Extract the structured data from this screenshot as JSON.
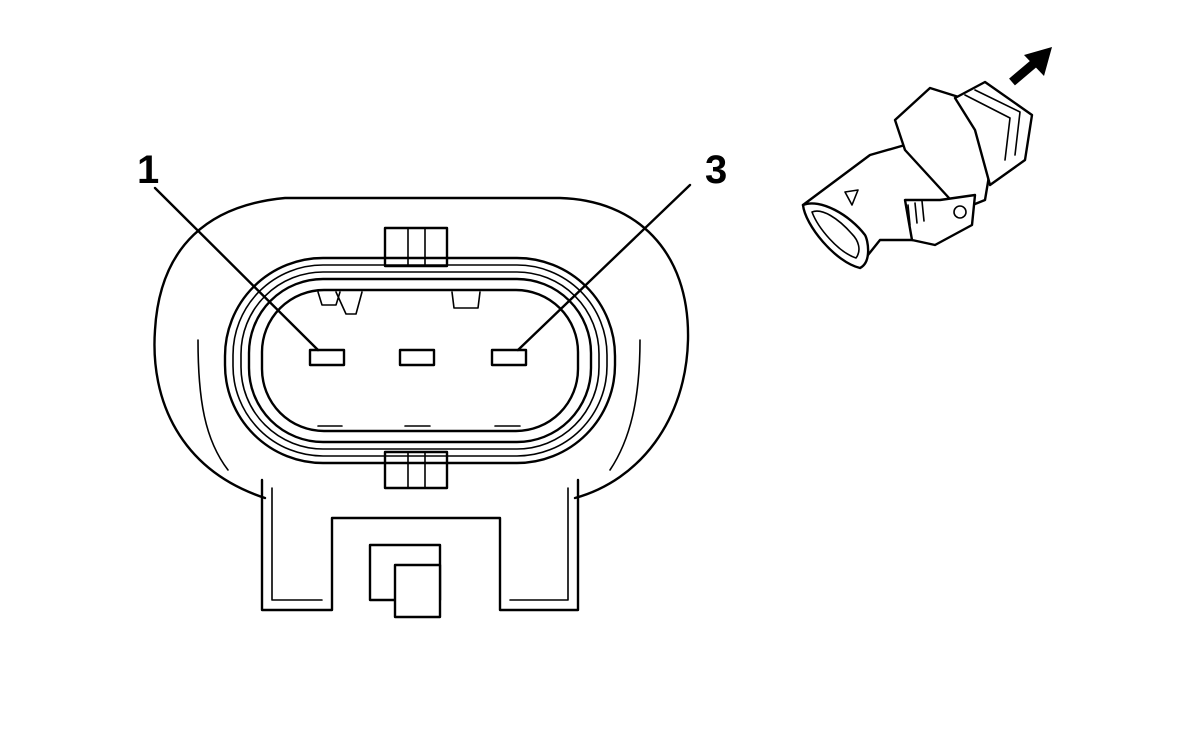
{
  "diagram": {
    "callouts": [
      {
        "id": "pin-1",
        "label": "1"
      },
      {
        "id": "pin-3",
        "label": "3"
      }
    ],
    "pin_count": 3,
    "colors": {
      "line": "#000000",
      "background": "#ffffff"
    },
    "icons": {
      "direction": "arrow-up-right-icon"
    }
  }
}
